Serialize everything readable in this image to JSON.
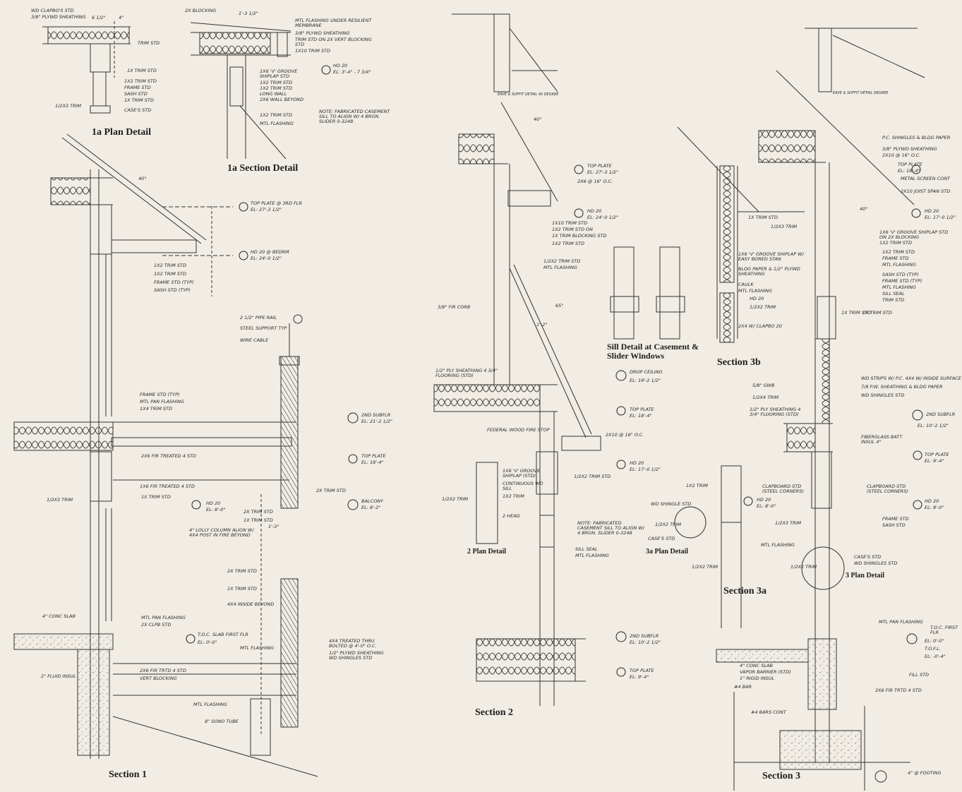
{
  "sheet": {
    "titles": {
      "plan_1a": "1a Plan Detail",
      "section_1a": "1a Section Detail",
      "section_1": "Section 1",
      "section_2": "Section 2",
      "plan_2": "2 Plan Detail",
      "sill_1": "Sill Detail at Casement &",
      "sill_2": "Slider Windows",
      "section_3b": "Section 3b",
      "section_3a": "Section 3a",
      "plan_3a": "3a Plan Detail",
      "plan_3": "3 Plan Detail",
      "section_3": "Section 3"
    },
    "eave_notes": {
      "left": "EAVE & SOFFIT DETAIL 40 DEGREE",
      "right": "EAVE & SOFFIT DETAIL    DEGREE"
    },
    "notes": {
      "n1": "WD CLAPBO'S STD",
      "n2": "3/8\" PLYWD SHEATHING",
      "n3": "TRIM STD",
      "n4": "1X TRIM STD",
      "n5": "1X2 TRIM STD",
      "n6": "FRAME STD",
      "n7": "SASH STD",
      "n8": "1X TRIM STD",
      "n9": "1/2X3 TRIM",
      "n10": "CASE'S STD",
      "n11": "2X BLOCKING",
      "n12": "MTL FLASHING UNDER RESILIENT MEMBRANE",
      "n13": "3/8\" PLYWD SHEATHING",
      "n14": "TRIM STD ON 2X VERT BLOCKING STD",
      "n15": "1X10 TRIM STD",
      "n16": "1X6 'V' GROOVE SHIPLAP STD",
      "n17": "1X2 TRIM STD",
      "n18": "1X2 TRIM STD",
      "n19": "LONG WALL",
      "n20": "2X6 WALL BEYOND",
      "n21": "1X2 TRIM STD",
      "n22": "MTL FLASHING",
      "n23": "NOTE: FABRICATED CASEMENT SILL TO ALIGN W/ 4 BRGN. SLIDER 0-3248",
      "n24": "HD 20",
      "n25": "EL: 3'-4\" - 7 3/4\"",
      "n26": "TOP PLATE @ 3RD FLR",
      "n27": "EL: 27'-3 1/2\"",
      "n28": "HD 20 @ BEDRM",
      "n29": "EL: 24'-0 1/2\"",
      "n30": "1X2 TRIM STD",
      "n31": "1X2 TRIM STD",
      "n32": "FRAME STD (TYP)",
      "n33": "SASH STD (TYP)",
      "n34": "2 1/2\" PIPE RAIL",
      "n35": "STEEL SUPPORT TYP",
      "n36": "WIRE CABLE",
      "n37": "FRAME STD (TYP)",
      "n38": "MTL PAN FLASHING",
      "n39": "1X4 TRIM STD",
      "n40": "2ND SUBFLR",
      "n41": "EL: 21'-2 1/2\"",
      "n42": "2X6 FIR TREATED 4 STD",
      "n43": "TOP PLATE",
      "n44": "EL: 18'-4\"",
      "n45": "1X6 FIR TREATED 4 STD",
      "n46": "1X TRIM STD",
      "n47": "HD 20",
      "n48": "EL: 8'-0\"",
      "n49": "2X TRIM STD",
      "n50": "1X TRIM STD",
      "n51": "4\" LOLLY COLUMN ALIGN W/ 4X4 POST IN FIRE BEYOND",
      "n52": "2X TRIM STD",
      "n53": "BALCONY",
      "n54": "EL: 8'-2\"",
      "n55": "1/2X3 TRIM",
      "n56": "2X TRIM STD",
      "n57": "1X TRIM STD",
      "n58": "4X4 INSIDE BEYOND",
      "n59": "MTL PAN FLASHING",
      "n60": "2X CLPB STD",
      "n61": "T.O.C. SLAB FIRST FLR",
      "n62": "EL: 0'-0\"",
      "n63": "MTL FLASHING",
      "n64": "4X4 TREATED THRU BOLTED @ 4'-0\" O.C.",
      "n65": "1/2\" PLYWD SHEATHING WD SHINGLES STD",
      "n66": "4\" CONC SLAB",
      "n67": "2X6 FIR TRTD 4 STD",
      "n68": "VERT BLOCKING",
      "n69": "MTL FLASHING",
      "n70": "8\" SONO TUBE",
      "n71": "2\" FLUID INSUL",
      "n72": "TOP PLATE",
      "n73": "EL: 27'-3 1/2\"",
      "n74": "2X6 @ 16\" O.C.",
      "n75": "HD 20",
      "n76": "EL: 24'-0 1/2\"",
      "n77": "1X10 TRIM STD",
      "n78": "1X2 TRIM STD ON",
      "n79": "1X TRIM BLOCKING STD",
      "n80": "1X2 TRIM STD",
      "n81": "1/2X2 TRIM STD",
      "n82": "MTL FLASHING",
      "n83": "3/8\" FIR CORB",
      "n84": "1/2\" PLY SHEATHING 4 3/4\" FLOORING (STD)",
      "n85": "DROP CEILING",
      "n86": "EL: 19'-2 1/2\"",
      "n87": "TOP PLATE",
      "n88": "EL: 18'-4\"",
      "n89": "FEDERAL WOOD FIRE STOP",
      "n90": "2X10 @ 16\" O.C.",
      "n91": "1X6 'V' GROOVE SHIPLAP (STD)",
      "n92": "CONTINUOUS WD SILL",
      "n93": "1X2 TRIM",
      "n94": "2 HEAD",
      "n95": "1/2X2 TRIM",
      "n96": "HD 20",
      "n97": "EL: 17'-0 1/2\"",
      "n98": "1/2X2 TRIM STD",
      "n99": "NOTE: FABRICATED CASEMENT SILL TO ALIGN W/ 4 BRGN. SLIDER 0-3248",
      "n100": "SILL SEAL",
      "n101": "MTL FLASHING",
      "n102": "2ND SUBFLR",
      "n103": "EL: 10'-2 1/2\"",
      "n104": "TOP PLATE",
      "n105": "EL: 9'-4\"",
      "n106": "1X TRIM STD",
      "n107": "1/2X3 TRIM",
      "n108": "1X6 'V' GROOVE SHIPLAP W/ EASY BORED STAN",
      "n109": "BLDG PAPER & 1/2\" PLYWD SHEATHING",
      "n110": "CAULK",
      "n111": "MTL FLASHING",
      "n112": "HD 20",
      "n113": "1/2X2 TRIM",
      "n114": "2X4 W/ CLAPBO 20",
      "n115": "1X TRIM STD",
      "n116": "1X2 TRIM",
      "n117": "CLAPBOARD STD (STEEL CORNERS)",
      "n118": "HD 20",
      "n119": "EL: 8'-0\"",
      "n120": "1/2X3 TRIM",
      "n121": "WD SHINGLE STD",
      "n122": "1/2X2 TRIM",
      "n123": "CASE'S STD",
      "n124": "MTL FLASHING",
      "n125": "1/2X2 TRIM",
      "n126": "P.C. SHINGLES & BLDG PAPER",
      "n127": "3/8\" PLYWD SHEATHING",
      "n128": "2X10 @ 16\" O.C.",
      "n129": "TOP PLATE",
      "n130": "EL: 18'-4\"",
      "n131": "METAL SCREEN CONT",
      "n132": "2X10 JOIST SPAN STD",
      "n133": "HD 20",
      "n134": "EL: 17'-0 1/2\"",
      "n135": "1X6 'V' GROOVE SHIPLAP STD ON 2X BLOCKING",
      "n136": "1X2 TRIM STD",
      "n137": "1X2 TRIM STD",
      "n138": "FRAME STD",
      "n139": "MTL FLASHING",
      "n140": "SASH STD (TYP)",
      "n141": "FRAME STD (TYP)",
      "n142": "MTL FLASHING",
      "n143": "SILL SEAL",
      "n144": "TRIM STD",
      "n145": "1X TRIM STD",
      "n146": "WD STRIPS W/ P.C. 4X4 W/ INSIDE SURFACE",
      "n147": "7/8 P.W. SHEATHING & BLDG PAPER",
      "n148": "WD SHINGLES STD",
      "n149": "5/8\" GWB",
      "n150": "1/2X4 TRIM",
      "n151": "1/2\" PLY SHEATHING 4 3/4\" FLOORING (STD)",
      "n152": "2ND SUBFLR",
      "n153": "EL: 10'-2 1/2\"",
      "n154": "FIBERGLASS BATT INSUL 4\"",
      "n155": "TOP PLATE",
      "n156": "EL: 9'-4\"",
      "n157": "CLAPBOARD STD (STEEL CORNERS)",
      "n158": "HD 20",
      "n159": "EL: 8'-0\"",
      "n160": "FRAME STD",
      "n161": "SASH STD",
      "n162": "CASE'S STD",
      "n163": "WD SHINGLES STD",
      "n164": "1/2X2 TRIM",
      "n165": "MTL PAN FLASHING",
      "n166": "T.O.C. FIRST FLR",
      "n167": "EL: 0'-0\"",
      "n168": "T.O.F.L.",
      "n169": "EL: -0'-4\"",
      "n170": "4\" CONC SLAB",
      "n171": "VAPOR BARRIER (STD)",
      "n172": "1\" RIGID INSUL",
      "n173": "#4 BAR",
      "n174": "2X6 FIR TRTD 4 STD",
      "n175": "FILL STD",
      "n176": "#4 BARS CONT",
      "n177": "4\" @ FOOTING"
    },
    "angles": {
      "a1": "40°",
      "a2": "40°",
      "a3": "65°",
      "a4": "40°"
    },
    "dims": {
      "d1": "6 1/2\"",
      "d2": "4\"",
      "d3": "1'-3 1/2\"",
      "d4": "1'-2\"",
      "d5": "1'-3\""
    }
  }
}
